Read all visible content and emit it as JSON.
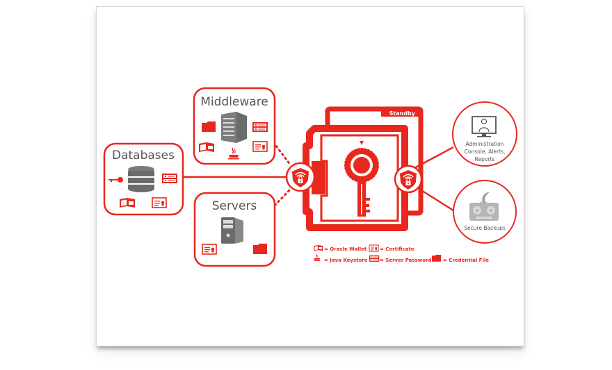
{
  "colors": {
    "accent": "#e8271e",
    "icon_gray": "#6b6b6b",
    "text_gray": "#555555"
  },
  "boxes": {
    "databases": {
      "title": "Databases",
      "icons": [
        "key-icon",
        "database-icon",
        "server-password-icon",
        "oracle-wallet-icon",
        "certificate-icon"
      ]
    },
    "middleware": {
      "title": "Middleware",
      "icons": [
        "credential-file-icon",
        "server-rack-icon",
        "server-password-icon",
        "oracle-wallet-icon",
        "java-keystore-icon",
        "certificate-icon"
      ]
    },
    "servers": {
      "title": "Servers",
      "icons": [
        "server-tower-icon",
        "certificate-icon",
        "credential-file-icon"
      ]
    }
  },
  "vault": {
    "standby_label": "Standby"
  },
  "circles": {
    "admin": {
      "label_lines": [
        "Administration",
        "Console, Alerts,",
        "Reports"
      ]
    },
    "backups": {
      "label": "Secure Backups"
    }
  },
  "legend": [
    {
      "icon": "oracle-wallet-icon",
      "label": "= Oracle Wallet"
    },
    {
      "icon": "certificate-icon",
      "label": "= Certificate"
    },
    {
      "icon": "java-keystore-icon",
      "label": "= Java Keystore"
    },
    {
      "icon": "server-password-icon",
      "label": "= Server Password"
    },
    {
      "icon": "credential-file-icon",
      "label": "= Credential File"
    }
  ]
}
